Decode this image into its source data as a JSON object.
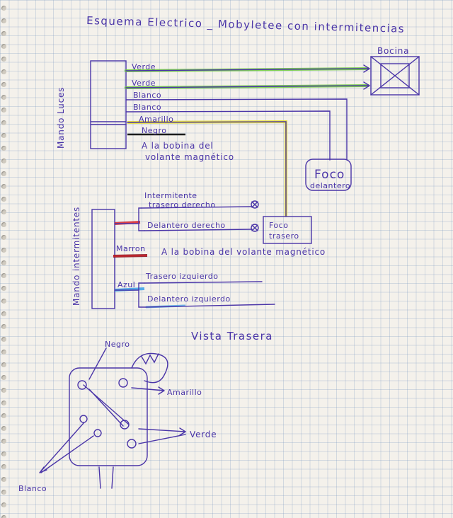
{
  "title": "Esquema Electrico _ Mobyletee con intermitencias",
  "mando_luces": {
    "label": "Mando Luces",
    "wires": [
      "Verde",
      "Verde",
      "Blanco",
      "Blanco",
      "Amarillo",
      "Negro"
    ],
    "note_line1": "A la bobina del",
    "note_line2": "volante magnético"
  },
  "bocina": {
    "label": "Bocina"
  },
  "foco_delantero": {
    "label": "Foco",
    "sublabel": "delantero"
  },
  "foco_trasero": {
    "label_line1": "Foco",
    "label_line2": "trasero"
  },
  "mando_intermitentes": {
    "label": "Mando intermitentes",
    "outputs": [
      {
        "line1": "Intermitente",
        "line2": "trasero derecho"
      },
      {
        "line1": "Delantero derecho"
      },
      {
        "line1": "Trasero izquierdo"
      },
      {
        "line1": "Delantero izquierdo"
      }
    ],
    "wire_marron": "Marron",
    "wire_azul": "Azul",
    "bobina_note": "A la bobina del volante magnético"
  },
  "vista_trasera": {
    "title": "Vista Trasera",
    "labels": {
      "negro": "Negro",
      "amarillo": "Amarillo",
      "verde": "Verde",
      "blanco": "Blanco"
    }
  },
  "colors": {
    "ink": "#4a35a8",
    "green": "#6cc83c",
    "yellow": "#e8e030",
    "red": "#d8202a",
    "blue": "#3aa0e8",
    "black": "#1c1c1c"
  }
}
